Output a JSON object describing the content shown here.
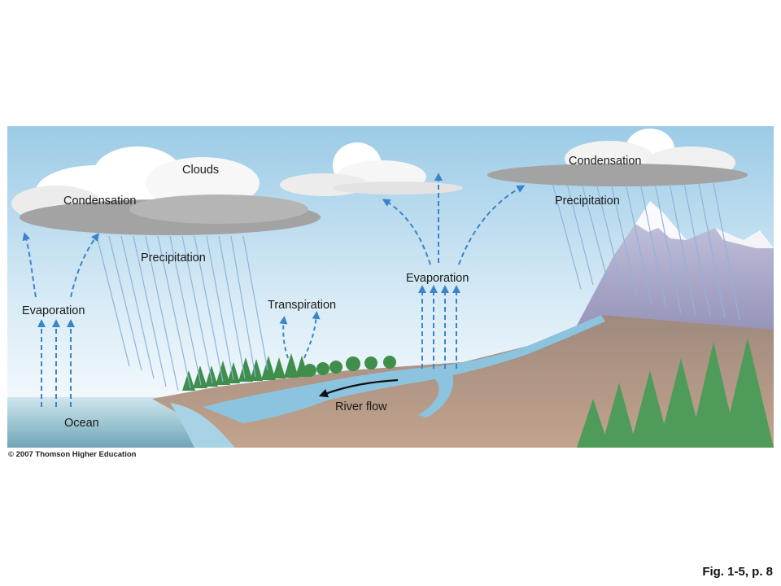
{
  "diagram": {
    "labels": {
      "clouds": "Clouds",
      "condensation_left": "Condensation",
      "condensation_right": "Condensation",
      "precipitation_left": "Precipitation",
      "precipitation_right": "Precipitation",
      "evaporation_ocean": "Evaporation",
      "evaporation_river": "Evaporation",
      "transpiration": "Transpiration",
      "river_flow": "River flow",
      "ocean": "Ocean"
    },
    "colors": {
      "sky_top": "#9ccbe6",
      "sky_bottom": "#ffffff",
      "arrow": "#3a85c9",
      "rain": "#8fb4d9",
      "water": "#8cc4e0",
      "land": "#b79a86",
      "mountain": "#8e8cb3",
      "snow": "#ffffff",
      "cloud_dark": "#9c9c9c",
      "cloud_light": "#ffffff",
      "tree": "#3f8e4c"
    }
  },
  "copyright": "© 2007 Thomson Higher Education",
  "caption": "Fig. 1-5, p. 8"
}
